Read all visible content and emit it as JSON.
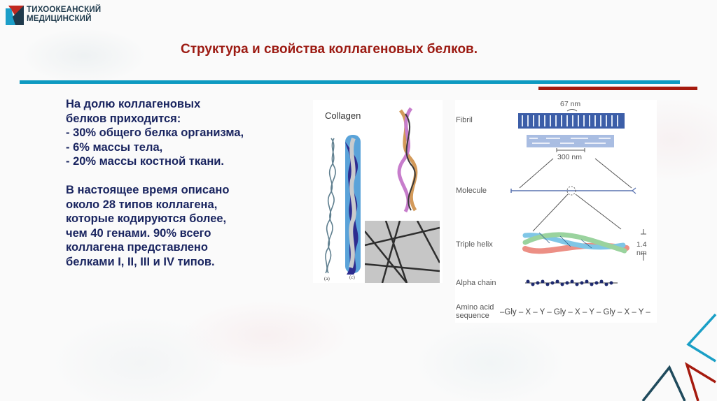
{
  "header": {
    "logo_line1": "ТИХООКЕАНСКИЙ",
    "logo_line2": "МЕДИЦИНСКИЙ",
    "title": "Структура и свойства коллагеновых белков."
  },
  "colors": {
    "title_red": "#9c1a12",
    "rule_blue": "#0e9ac1",
    "rule_red": "#a51a0e",
    "body_navy": "#1a2560",
    "deco_dark_teal": "#1f4a5c"
  },
  "body": {
    "para1": [
      "На долю коллагеновых",
      "белков приходится:",
      "- 30% общего белка организма,",
      "- 6% массы тела,",
      "- 20% массы костной ткани."
    ],
    "para2": [
      "В настоящее время описано",
      "около 28 типов коллагена,",
      "которые кодируются более,",
      "чем 40 генами. 90% всего",
      "коллагена представлено",
      "белками  I, II, III и IV типов."
    ]
  },
  "figure_left": {
    "caption": "Collagen",
    "label_a": "(a)",
    "label_c": "(c)"
  },
  "figure_right": {
    "labels": {
      "fibril": "Fibril",
      "molecule": "Molecule",
      "triple_helix": "Triple helix",
      "alpha_chain": "Alpha chain",
      "amino_acid_1": "Amino acid",
      "amino_acid_2": "sequence"
    },
    "dim_67": "67 nm",
    "dim_300": "300 nm",
    "dim_14": "1.4 nm",
    "sequence": "–Gly – X – Y – Gly – X – Y – Gly – X – Y –"
  }
}
